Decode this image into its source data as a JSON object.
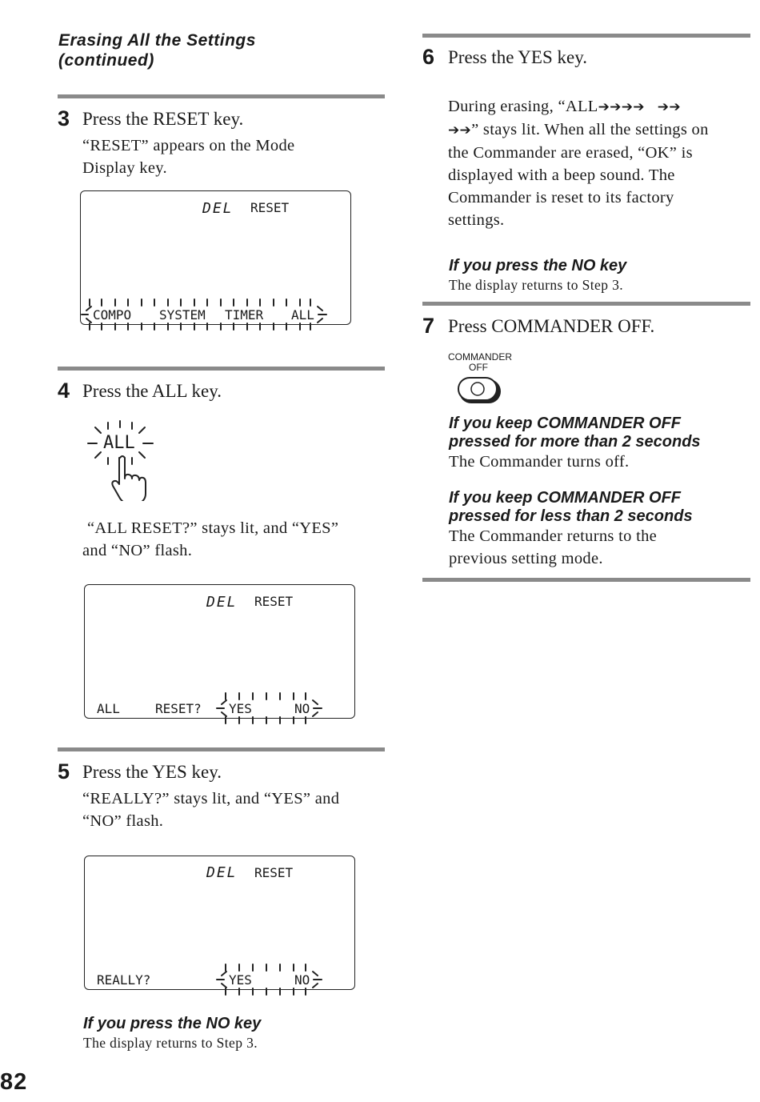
{
  "header": {
    "title_line1": "Erasing All the Settings",
    "title_line2": "(continued)"
  },
  "steps": {
    "s3": {
      "num": "3",
      "title": "Press the RESET key.",
      "line1": "“RESET” appears on the Mode",
      "line2": "Display key."
    },
    "s4": {
      "num": "4",
      "title": "Press the ALL key.",
      "key_label": "ALL",
      "line1": "“ALL RESET?” stays lit, and “YES”",
      "line2": "and “NO” flash."
    },
    "s5": {
      "num": "5",
      "title": "Press the YES key.",
      "line1": "“REALLY?” stays lit, and “YES” and",
      "line2": "“NO” flash."
    },
    "s6": {
      "num": "6",
      "title": "Press the YES key.",
      "p1a": "During erasing, “ALL",
      "p1b": "” stays lit. When all the settings on",
      "lines": [
        "the Commander are erased, “OK” is",
        "displayed with a beep sound. The",
        "Commander is reset to its factory",
        "settings."
      ]
    },
    "s7": {
      "num": "7",
      "title": "Press COMMANDER OFF.",
      "button_line1": "COMMANDER",
      "button_line2": "OFF"
    }
  },
  "notes": {
    "no_key_heading": "If you press the NO key",
    "no_key_body": "The display returns to Step 3.",
    "keep_more_h1": "If you keep COMMANDER OFF",
    "keep_more_h2": "pressed for more than 2 seconds",
    "keep_more_body": "The Commander turns off.",
    "keep_less_h1": "If you keep COMMANDER OFF",
    "keep_less_h2": "pressed for less than 2 seconds",
    "keep_less_body1": "The Commander returns to the",
    "keep_less_body2": "previous setting mode."
  },
  "lcd": {
    "del": "DEL",
    "reset": "RESET",
    "d1": {
      "compo": "COMPO",
      "system": "SYSTEM",
      "timer": "TIMER",
      "all": "ALL"
    },
    "d2": {
      "all": "ALL",
      "reset_q": "RESET?",
      "yes": "YES",
      "no": "NO"
    },
    "d3": {
      "really": "REALLY?",
      "yes": "YES",
      "no": "NO"
    }
  },
  "arrow_glyph": "➔",
  "page_number": "82"
}
